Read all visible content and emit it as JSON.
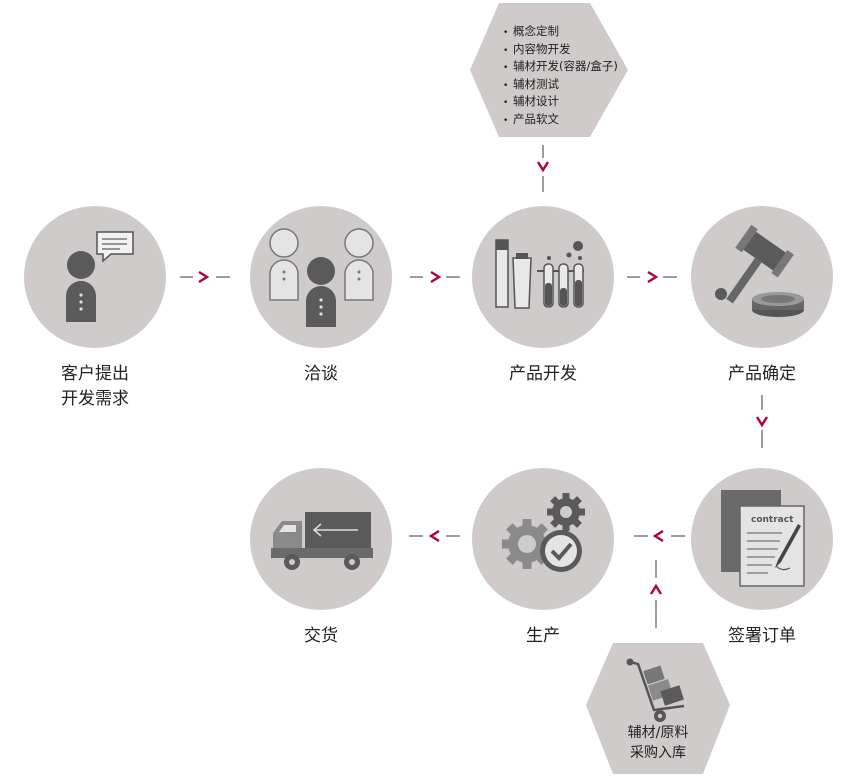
{
  "steps": {
    "step1": {
      "line1": "客户提出",
      "line2": "开发需求",
      "icon": "client-speech-icon"
    },
    "step2": {
      "label": "洽谈",
      "icon": "people-meeting-icon"
    },
    "step3": {
      "label": "产品开发",
      "icon": "lab-tubes-icon"
    },
    "step4": {
      "label": "产品确定",
      "icon": "gavel-icon"
    },
    "step5": {
      "label": "签署订单",
      "icon": "contract-icon",
      "contract_word": "contract"
    },
    "step6": {
      "label": "生产",
      "icon": "gears-check-icon"
    },
    "step7": {
      "label": "交货",
      "icon": "delivery-truck-icon"
    }
  },
  "dev_details": {
    "items": [
      "概念定制",
      "内容物开发",
      "辅材开发(容器/盒子)",
      "辅材测试",
      "辅材设计",
      "产品软文"
    ]
  },
  "procurement": {
    "line1": "辅材/原料",
    "line2": "采购入库",
    "icon": "hand-truck-icon"
  },
  "colors": {
    "circle": "#cfcbca",
    "icon_dark": "#555555",
    "icon_mid": "#8a8a8a",
    "icon_light": "#e4e4e4",
    "arrow": "#b0063a",
    "dash": "#7a7a7a"
  }
}
